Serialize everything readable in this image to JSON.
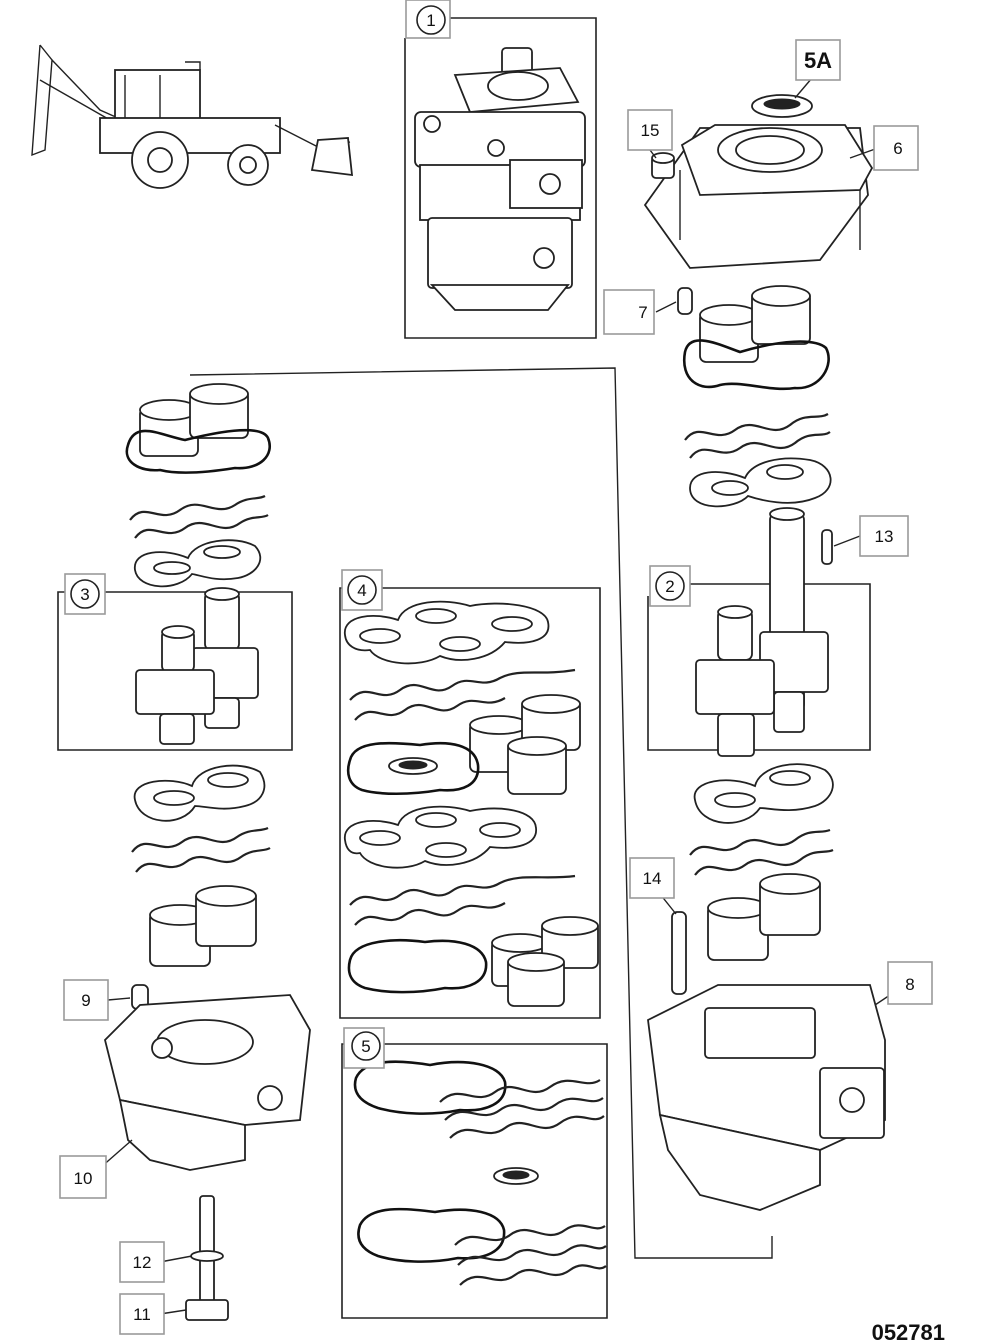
{
  "drawing_number": "052781",
  "callouts": {
    "c1": "1",
    "c2": "2",
    "c3": "3",
    "c4": "4",
    "c5": "5",
    "c5a": "5A",
    "c6": "6",
    "c7": "7",
    "c8": "8",
    "c9": "9",
    "c10": "10",
    "c11": "11",
    "c12": "12",
    "c13": "13",
    "c14": "14",
    "c15": "15"
  }
}
